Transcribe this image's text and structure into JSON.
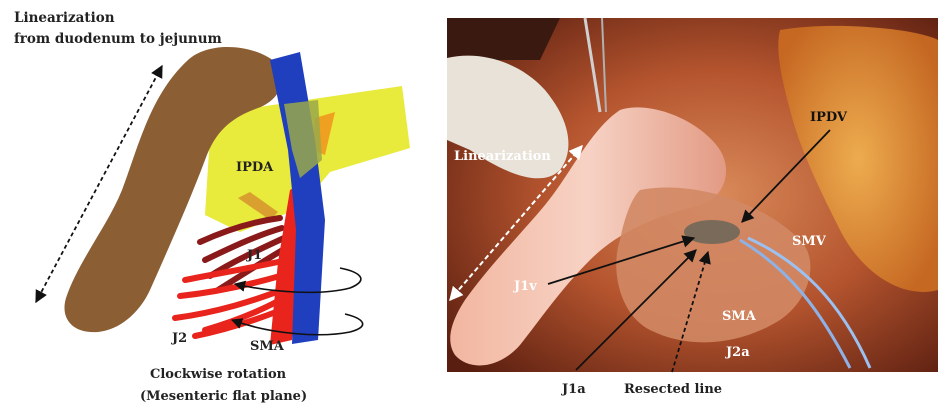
{
  "left_panel": {
    "title_line1": "Linearization",
    "title_line2": "from duodenum to jejunum",
    "label_ipda": "IPDA",
    "label_j1": "J1",
    "label_j2": "J2",
    "label_sma": "SMA",
    "caption_line1": "Clockwise rotation",
    "caption_line2": "(Mesenteric flat plane)"
  },
  "right_panel": {
    "label_linearization": "Linearization",
    "label_ipdv": "IPDV",
    "label_smv": "SMV",
    "label_j1v": "J1v",
    "label_sma": "SMA",
    "label_j2a": "J2a",
    "label_j1a": "J1a",
    "label_resected": "Resected line"
  },
  "colors": {
    "duodenum": "#8b5e34",
    "pancreas": "#e8ea3c",
    "smv": "#1f3fbf",
    "artery": "#e8241c",
    "jejunal_branch": "#8a1a1a",
    "ipda": "#f0a020"
  }
}
